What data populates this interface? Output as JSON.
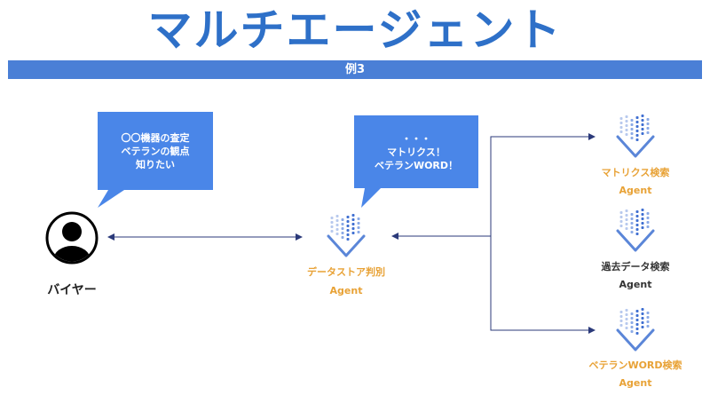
{
  "title": "マルチエージェント",
  "banner": "例3",
  "colors": {
    "title": "#2e70c8",
    "banner": "#4a7fd6",
    "bubble": "#4a86e8",
    "agent_label": "#e8a236",
    "arrow": "#2b3a7a"
  },
  "buyer": {
    "icon": "user-avatar-icon",
    "label": "バイヤー",
    "bubble_lines": [
      "〇〇機器の査定",
      "ベテランの観点",
      "知りたい"
    ]
  },
  "router": {
    "icon": "agent-funnel-icon",
    "name": "データストア判別",
    "type": "Agent",
    "bubble_lines": [
      "・・・",
      "マトリクス！",
      "ベテランWORD！"
    ]
  },
  "agents": [
    {
      "icon": "agent-funnel-icon",
      "name": "マトリクス検索",
      "type": "Agent",
      "color": "#e8a236"
    },
    {
      "icon": "agent-funnel-icon",
      "name": "過去データ検索",
      "type": "Agent",
      "color": "#333333"
    },
    {
      "icon": "agent-funnel-icon",
      "name": "ベテランWORD検索",
      "type": "Agent",
      "color": "#e8a236"
    }
  ]
}
